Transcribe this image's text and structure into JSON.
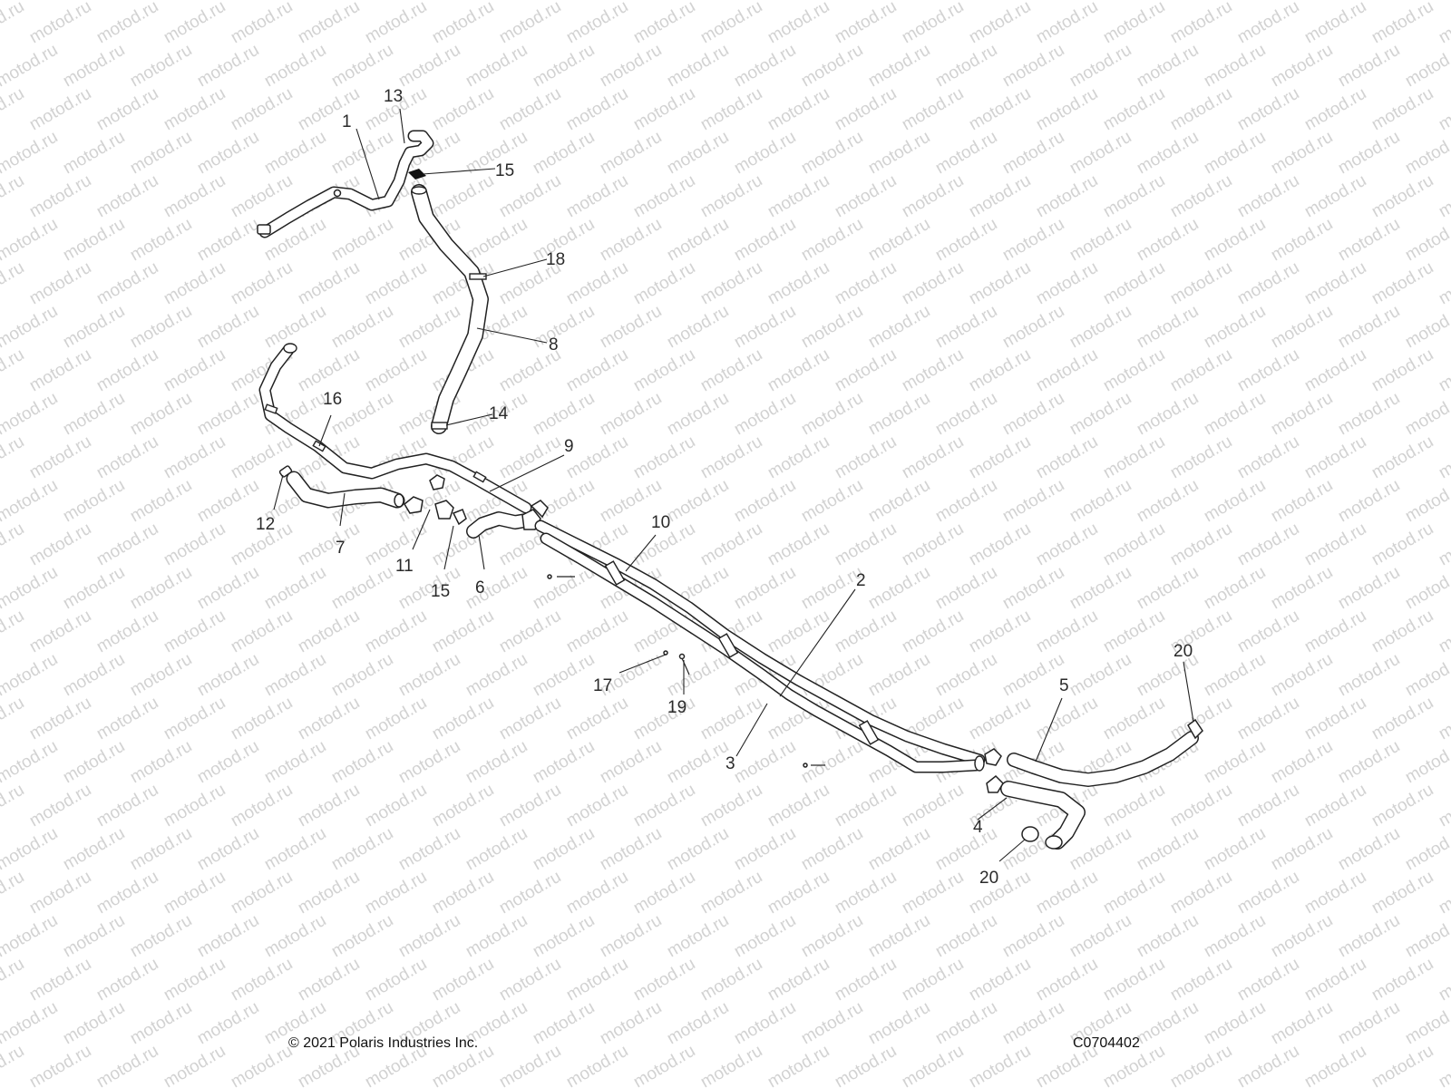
{
  "watermark": "motod.ru",
  "footer": {
    "copyright": "© 2021 Polaris Industries Inc.",
    "drawing_code": "C0704402"
  },
  "parts": [
    {
      "id": "1",
      "label": "1"
    },
    {
      "id": "2",
      "label": "2"
    },
    {
      "id": "3",
      "label": "3"
    },
    {
      "id": "4",
      "label": "4"
    },
    {
      "id": "5",
      "label": "5"
    },
    {
      "id": "6",
      "label": "6"
    },
    {
      "id": "7",
      "label": "7"
    },
    {
      "id": "8",
      "label": "8"
    },
    {
      "id": "9",
      "label": "9"
    },
    {
      "id": "10",
      "label": "10"
    },
    {
      "id": "11",
      "label": "11"
    },
    {
      "id": "12",
      "label": "12"
    },
    {
      "id": "13",
      "label": "13"
    },
    {
      "id": "14",
      "label": "14"
    },
    {
      "id": "15a",
      "label": "15"
    },
    {
      "id": "15b",
      "label": "15"
    },
    {
      "id": "16",
      "label": "16"
    },
    {
      "id": "17",
      "label": "17"
    },
    {
      "id": "18",
      "label": "18"
    },
    {
      "id": "19",
      "label": "19"
    },
    {
      "id": "20a",
      "label": "20"
    },
    {
      "id": "20b",
      "label": "20"
    }
  ]
}
